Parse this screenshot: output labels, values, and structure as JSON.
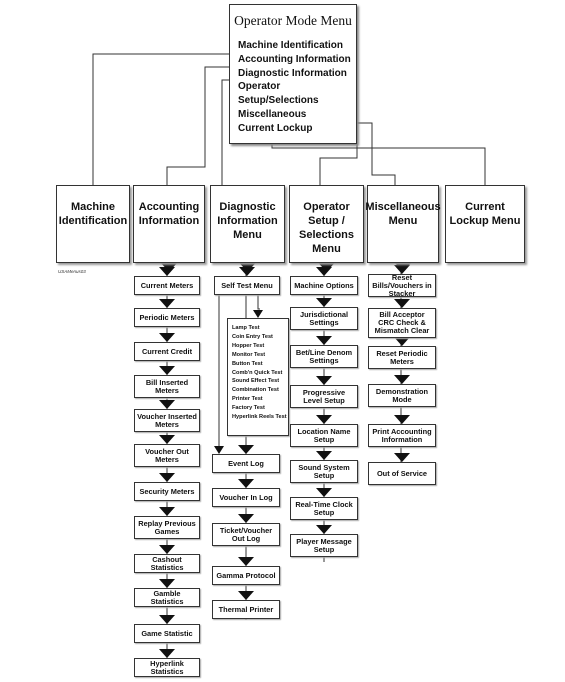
{
  "main_menu": {
    "title": "Operator Mode Menu",
    "items": [
      "Machine Identification",
      "Accounting Information",
      "Diagnostic Information",
      "Operator Setup/Selections",
      "Miscellaneous",
      "Current Lockup"
    ]
  },
  "top_menus": [
    "Machine Identification",
    "Accounting Information",
    "Diagnostic Information Menu",
    "Operator Setup / Selections Menu",
    "Miscellaneous Menu",
    "Current Lockup Menu"
  ],
  "figure_id": "USAMenus03",
  "accounting_items": [
    "Current Meters",
    "Periodic Meters",
    "Current Credit",
    "Bill Inserted Meters",
    "Voucher Inserted Meters",
    "Voucher Out Meters",
    "Security Meters",
    "Replay Previous Games",
    "Cashout Statistics",
    "Gamble Statistics",
    "Game Statistic",
    "Hyperlink Statistics"
  ],
  "diagnostic_items": [
    "Self Test Menu",
    "Event Log",
    "Voucher In Log",
    "Ticket/Voucher Out Log",
    "Gamma Protocol",
    "Thermal Printer"
  ],
  "self_tests": [
    "Lamp Test",
    "Coin Entry Test",
    "Hopper Test",
    "Monitor Test",
    "Button Test",
    "Comb'n Quick Test",
    "Sound Effect Test",
    "Combination Test",
    "Printer Test",
    "Factory Test",
    "Hyperlink Reels Test"
  ],
  "operator_items": [
    "Machine Options",
    "Jurisdictional Settings",
    "Bet/Line Denom Settings",
    "Progressive Level Setup",
    "Location Name Setup",
    "Sound System Setup",
    "Real-Time Clock Setup",
    "Player Message Setup"
  ],
  "misc_items": [
    "Reset Bills/Vouchers in Stacker",
    "Bill Acceptor CRC Check & Mismatch Clear",
    "Reset Periodic Meters",
    "Demonstration Mode",
    "Print Accounting Information",
    "Out of Service"
  ]
}
